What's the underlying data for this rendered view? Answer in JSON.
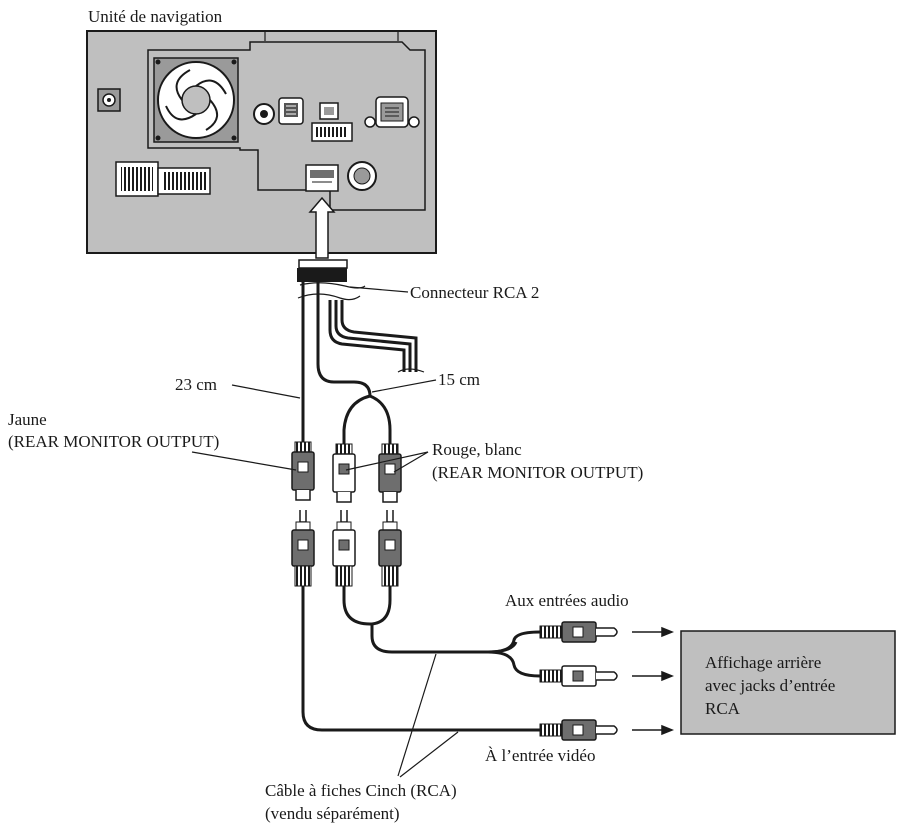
{
  "diagram": {
    "labels": {
      "nav_unit": "Unité de navigation",
      "rca_connector": "Connecteur RCA 2",
      "len_23": "23 cm",
      "len_15": "15 cm",
      "yellow_line1": "Jaune",
      "yellow_line2": "(REAR MONITOR OUTPUT)",
      "red_white_line1": "Rouge, blanc",
      "red_white_line2": "(REAR MONITOR OUTPUT)",
      "audio_inputs": "Aux entrées audio",
      "video_input": "À l’entrée vidéo",
      "rear_display_line1": "Affichage arrière",
      "rear_display_line2": "avec jacks d’entrée",
      "rear_display_line3": "RCA",
      "cable_line1": "Câble à fiches Cinch (RCA)",
      "cable_line2": "(vendu séparément)"
    },
    "colors": {
      "unit_panel": "#bfbfbf",
      "display_box": "#bfbfbf",
      "plug_dark": "#6e6e6e",
      "plug_light": "#ffffff",
      "line": "#1a1a1a"
    }
  }
}
